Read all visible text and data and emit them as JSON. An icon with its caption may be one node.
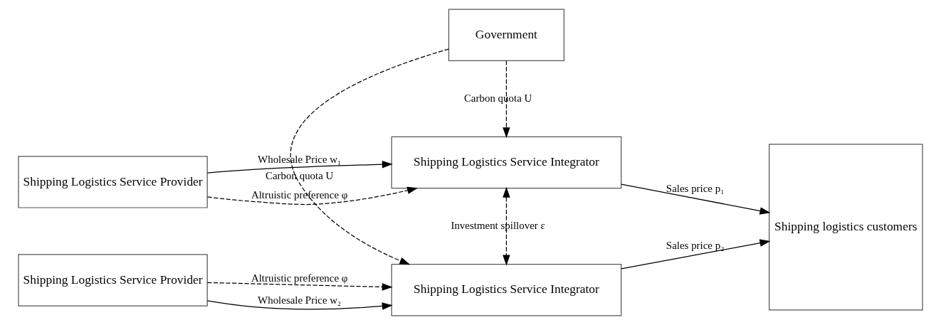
{
  "diagram": {
    "nodes": [
      {
        "text": [
          "Shipping Logistics Service Provider"
        ]
      },
      {
        "text": [
          "Shipping Logistics Service Integrator"
        ]
      },
      {
        "text": [
          "Government"
        ]
      },
      {
        "text": [
          "Shipping Logistics Service Provider"
        ]
      },
      {
        "text": [
          "Shipping Logistics Service Integrator"
        ]
      },
      {
        "text": [
          "Shipping logistics customers"
        ]
      }
    ],
    "edges": [
      {
        "from": 0,
        "to": 1,
        "arrow": "to",
        "label": "Wholesale Price w₁"
      },
      {
        "from": 0,
        "to": 1,
        "arrow": "to",
        "label": "Altruistic preference φ",
        "style": "dashed"
      },
      {
        "from": 2,
        "to": 1,
        "arrow": "to",
        "label": "Carbon quota U",
        "style": "dashed"
      },
      {
        "from": 1,
        "to": 4,
        "arrow": "both",
        "label": "Investment spillover ε",
        "style": "dashed"
      },
      {
        "from": 1,
        "to": 5,
        "arrow": "to",
        "label": "Sales price p₁"
      },
      {
        "from": 3,
        "to": 4,
        "arrow": "to",
        "label": "Altruistic preference φ",
        "style": "dashed"
      },
      {
        "from": 2,
        "to": 4,
        "arrow": "to",
        "label": "Carbon quota U",
        "style": "dashed"
      },
      {
        "from": 3,
        "to": 4,
        "arrow": "to",
        "label": "Wholesale Price w₂"
      },
      {
        "from": 4,
        "to": 5,
        "arrow": "to",
        "label": "Sales price p₂"
      }
    ]
  }
}
